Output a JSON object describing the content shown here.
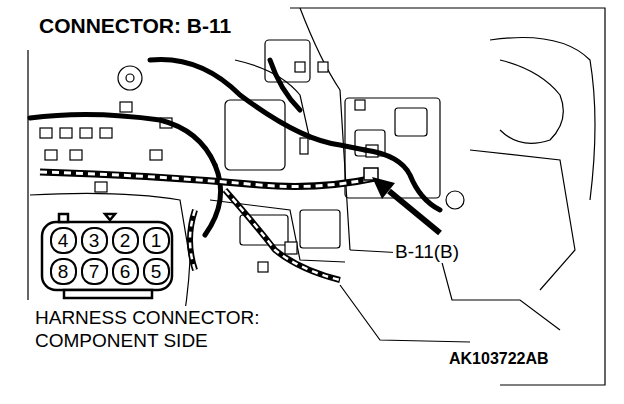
{
  "diagram": {
    "title": "CONNECTOR: B-11",
    "nodes": [
      {
        "text": [
          "4"
        ]
      },
      {
        "text": [
          "3"
        ]
      },
      {
        "text": [
          "2"
        ]
      },
      {
        "text": [
          "1"
        ]
      },
      {
        "text": [
          "8"
        ]
      },
      {
        "text": [
          "7"
        ]
      },
      {
        "text": [
          "6"
        ]
      },
      {
        "text": [
          "5"
        ]
      }
    ],
    "labels": [
      "B-11(B)",
      "HARNESS CONNECTOR: COMPONENT SIDE",
      "AK103722AB"
    ]
  }
}
